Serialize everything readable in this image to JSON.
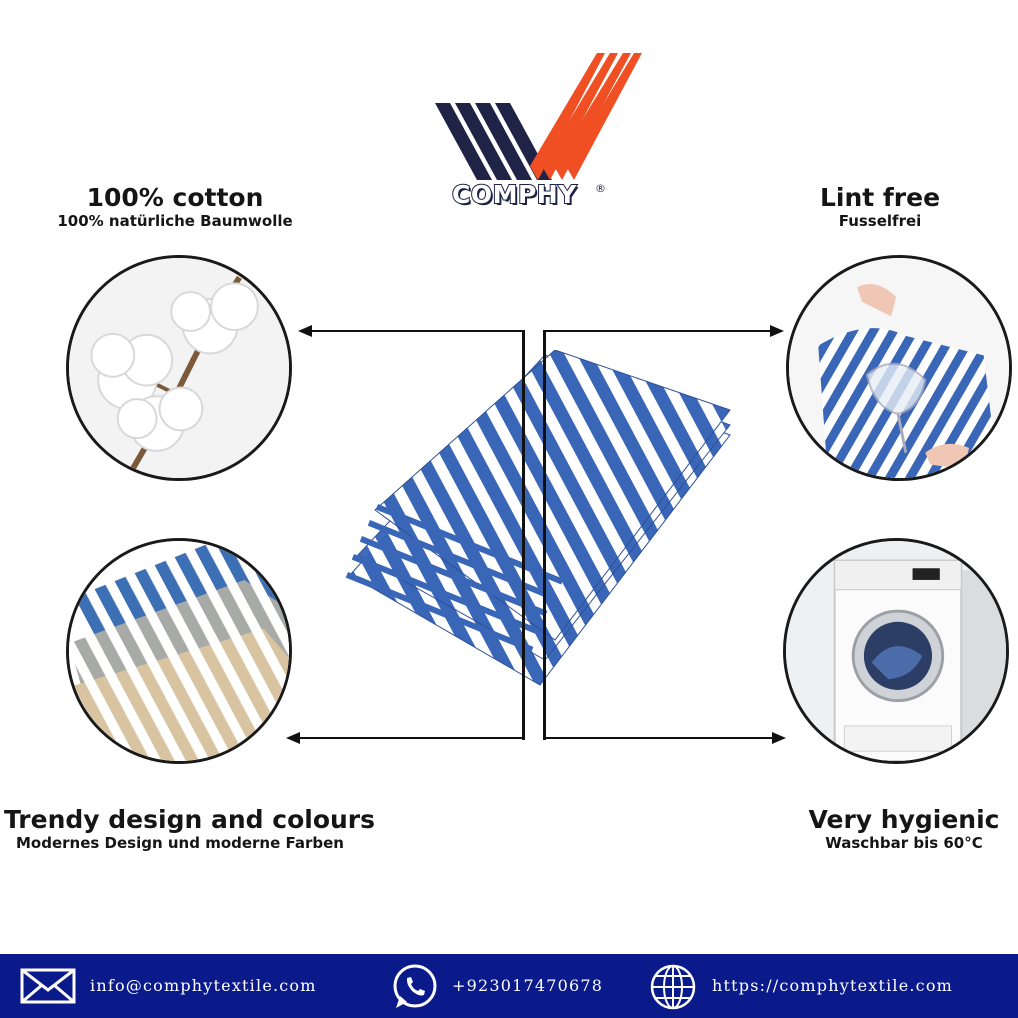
{
  "logo": {
    "brand": "COMPHY",
    "registered": "®",
    "colors": {
      "navy": "#1f2346",
      "orange": "#f04e23"
    }
  },
  "features": {
    "top_left": {
      "title": "100% cotton",
      "subtitle": "100% natürliche Baumwolle",
      "image_icon": "cotton-boll-photo"
    },
    "top_right": {
      "title": "Lint free",
      "subtitle": "Fusselfrei",
      "image_icon": "glass-drying-photo"
    },
    "bottom_left": {
      "title": "Trendy design and colours",
      "subtitle": "Modernes Design und moderne Farben",
      "image_icon": "towel-stack-photo"
    },
    "bottom_right": {
      "title": "Very hygienic",
      "subtitle": "Waschbar bis 60°C",
      "image_icon": "washing-machine-photo"
    }
  },
  "center_product": {
    "image_icon": "striped-tea-towels-photo",
    "stripe_color": "#3a66b8"
  },
  "footer": {
    "background": "#0b1a8a",
    "email": "info@comphytextile.com",
    "phone": "+923017470678",
    "website": "https://comphytextile.com"
  }
}
